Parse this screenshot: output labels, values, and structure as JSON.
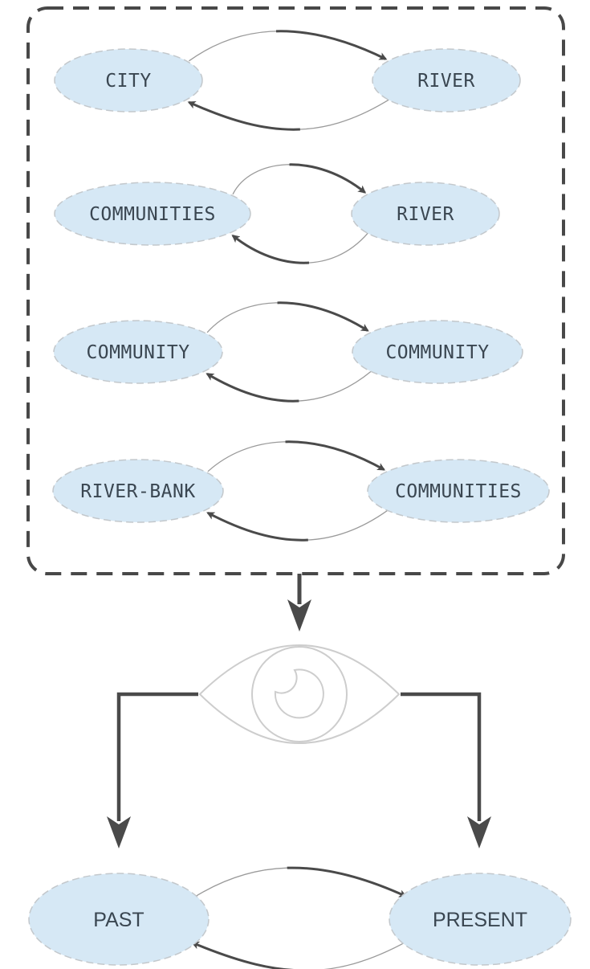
{
  "diagram": {
    "group_label": "",
    "pairs": [
      {
        "left": "CITY",
        "right": "RIVER"
      },
      {
        "left": "COMMUNITIES",
        "right": "RIVER"
      },
      {
        "left": "COMMUNITY",
        "right": "COMMUNITY"
      },
      {
        "left": "RIVER-BANK",
        "right": "COMMUNITIES"
      }
    ],
    "observer_icon": "eye-icon",
    "outcomes": {
      "left": "PAST",
      "right": "PRESENT"
    },
    "colors": {
      "node_fill": "#d6e8f5",
      "node_border": "#c3c8cc",
      "text": "#3a4651",
      "arrow": "#4a4a4a",
      "arrow_tail": "#9a9a9a",
      "group_border": "#484848",
      "eye": "#cdcdcd"
    }
  }
}
